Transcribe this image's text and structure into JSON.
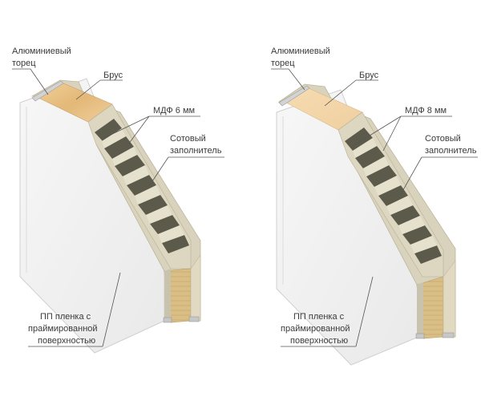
{
  "left_panel": {
    "labels": {
      "aluminum_edge_line1": "Алюминиевый",
      "aluminum_edge_line2": "торец",
      "beam": "Брус",
      "mdf": "МДФ 6 мм",
      "honeycomb_line1": "Сотовый",
      "honeycomb_line2": "заполнитель",
      "film_line1": "ПП пленка с",
      "film_line2": "праймированной",
      "film_line3": "поверхностью"
    }
  },
  "right_panel": {
    "labels": {
      "aluminum_edge_line1": "Алюминиевый",
      "aluminum_edge_line2": "торец",
      "beam": "Брус",
      "mdf": "МДФ 8 мм",
      "honeycomb_line1": "Сотовый",
      "honeycomb_line2": "заполнитель",
      "film_line1": "ПП пленка с",
      "film_line2": "праймированной",
      "film_line3": "поверхностью"
    }
  },
  "colors": {
    "face": "#f1f1f1",
    "face_edge": "#d8d8d8",
    "mdf": "#d9d3bd",
    "mdf_dark": "#c8c1a6",
    "cell_dark": "#5b5a4a",
    "cell_light": "#e2ddc8",
    "beam": "#e6c08a",
    "beam_light": "#f1d4a6",
    "aluminum": "#cfcfcf"
  }
}
